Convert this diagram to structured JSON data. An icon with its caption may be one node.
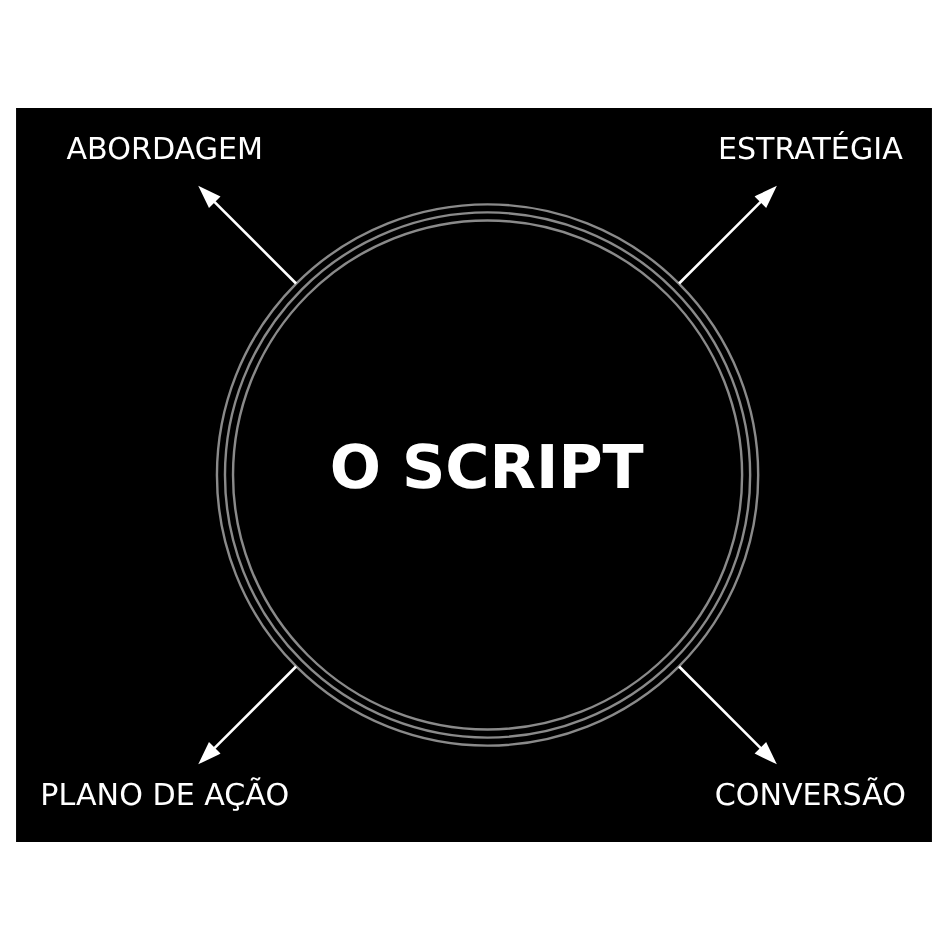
{
  "diagram": {
    "nodes": [
      {
        "text": [
          "ESTRATÉGIA"
        ]
      },
      {
        "text": [
          "ABORDAGEM"
        ]
      },
      {
        "text": [
          "O SCRIPT"
        ]
      },
      {
        "text": [
          "CONVERSÃO"
        ]
      },
      {
        "text": [
          "PLANO DE AÇÃO"
        ]
      }
    ],
    "edges": [
      {
        "from": 2,
        "to": 0,
        "arrow": "to"
      },
      {
        "from": 2,
        "to": 1,
        "arrow": "to"
      },
      {
        "from": 2,
        "to": 3,
        "arrow": "to"
      },
      {
        "from": 2,
        "to": 4,
        "arrow": "to"
      }
    ]
  }
}
